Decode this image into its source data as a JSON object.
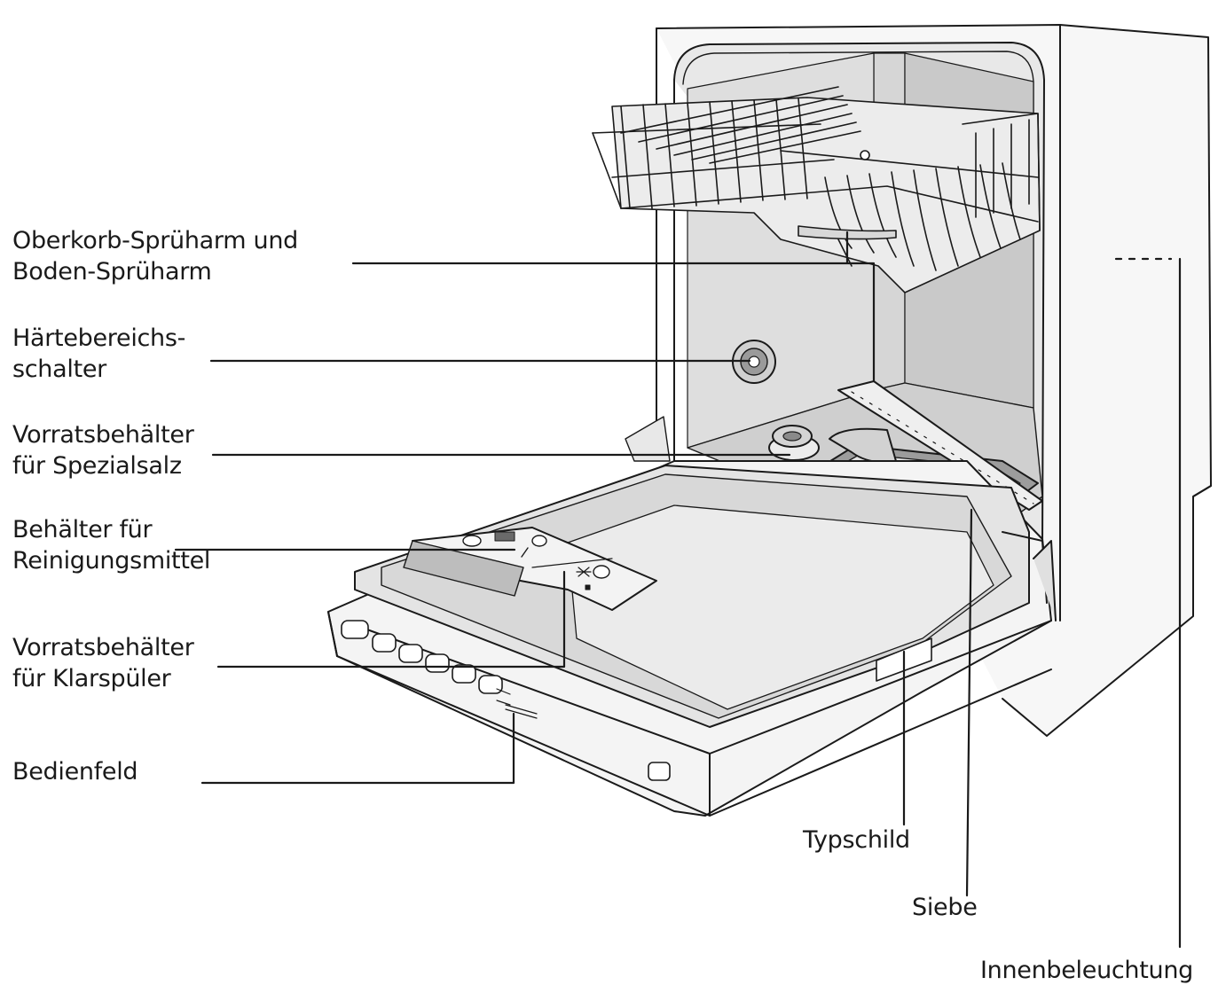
{
  "labels": {
    "spray_arms": [
      "Oberkorb-Sprüharm und",
      "Boden-Sprüharm"
    ],
    "hardness_switch": [
      "Härtebereichs-",
      "schalter"
    ],
    "salt_container": [
      "Vorratsbehälter",
      "für Spezialsalz"
    ],
    "detergent_container": [
      "Behälter für",
      "Reinigungsmittel"
    ],
    "rinse_aid_container": [
      "Vorratsbehälter",
      "für Klarspüler"
    ],
    "control_panel": "Bedienfeld",
    "rating_plate": "Typschild",
    "filters": "Siebe",
    "interior_light": "Innenbeleuchtung"
  }
}
